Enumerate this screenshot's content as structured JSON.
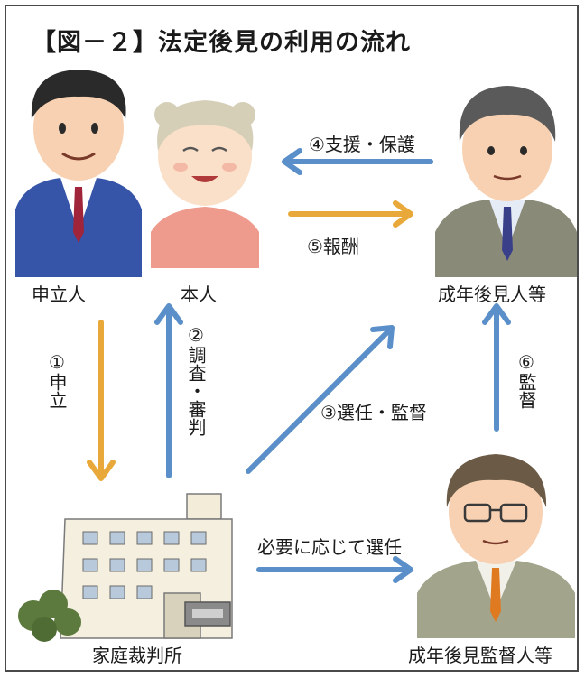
{
  "title": "【図－２】法定後見の利用の流れ",
  "nodes": {
    "petitioner": "申立人",
    "person": "本人",
    "guardian": "成年後見人等",
    "court": "家庭裁判所",
    "supervisor": "成年後見監督人等"
  },
  "arrows": {
    "support": "④支援・保護",
    "fee": "⑤報酬",
    "petition": "①申立",
    "investigation": "②調査・審判",
    "appoint": "③選任・監督",
    "supervise": "⑥監督",
    "appoint_if_needed": "必要に応じて選任"
  },
  "colors": {
    "blue_arrow": "#5b8fc9",
    "orange_arrow": "#e9a93a",
    "border": "#4a4a4a"
  }
}
